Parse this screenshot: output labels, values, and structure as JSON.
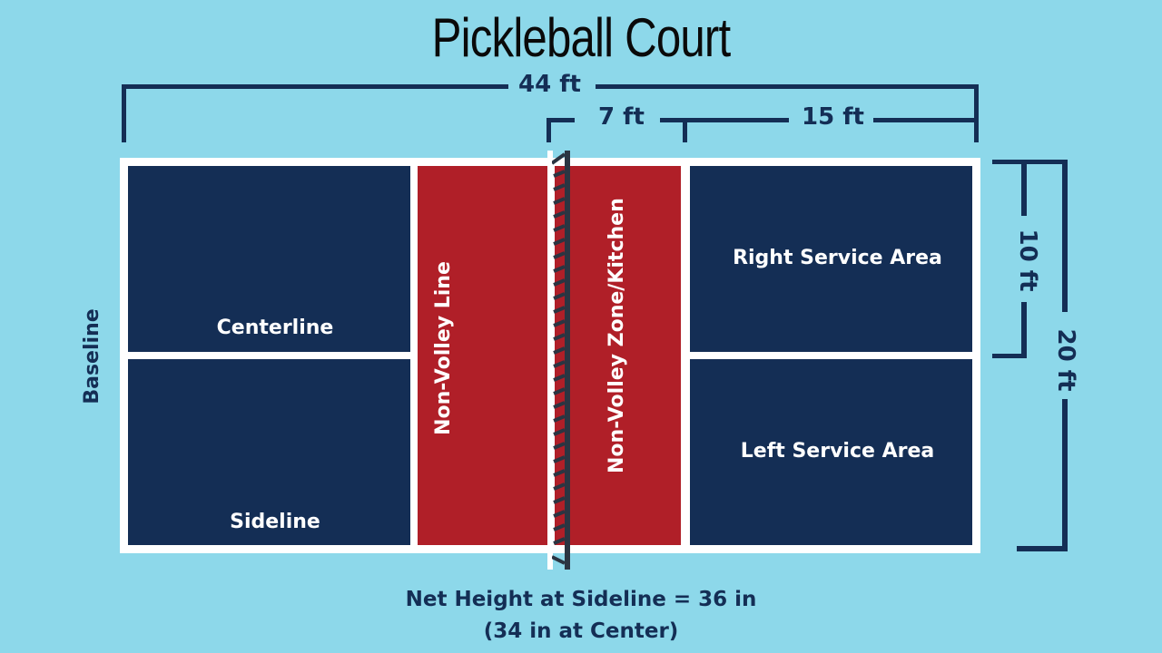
{
  "title": "Pickleball Court",
  "dimensions": {
    "total_length": "44 ft",
    "kitchen_depth": "7 ft",
    "service_depth": "15 ft",
    "service_width": "10 ft",
    "total_width": "20 ft"
  },
  "court_labels": {
    "baseline": "Baseline",
    "centerline": "Centerline",
    "sideline": "Sideline",
    "non_volley_line": "Non-Volley Line",
    "kitchen": "Non-Volley Zone/Kitchen",
    "right_service": "Right Service Area",
    "left_service": "Left Service Area"
  },
  "net": {
    "height_line1": "Net Height at Sideline = 36 in",
    "height_line2": "(34 in at Center)"
  },
  "colors": {
    "background": "#8DD8EA",
    "navy": "#142E55",
    "red": "#B01F28",
    "lines": "#FFFFFF"
  }
}
